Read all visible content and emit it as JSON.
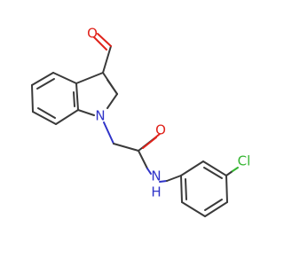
{
  "molecule": {
    "atom_labels": {
      "aldehyde_oxygen": "O",
      "indole_nitrogen": "N",
      "amide_oxygen": "O",
      "amide_nitrogen": "N",
      "amide_hydrogen": "H",
      "chlorine": "Cl"
    },
    "colors": {
      "carbon_bond": "#3a3a3a",
      "oxygen": "#e0231b",
      "nitrogen": "#2f33c8",
      "chlorine": "#35b531"
    }
  }
}
